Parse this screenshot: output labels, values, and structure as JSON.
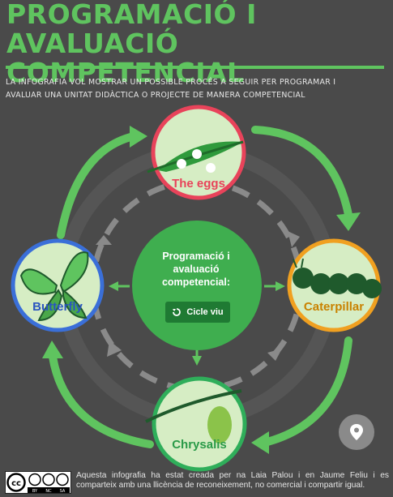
{
  "header": {
    "title_line1": "PROGRAMACIÓ I",
    "title_line2": "AVALUACIÓ COMPETENCIAL",
    "subtitle_line1": "LA INFOGRAFIA VOL MOSTRAR UN POSSIBLE PROCÉS A SEGUIR PER PROGRAMAR I",
    "subtitle_line2": "AVALUAR UNA UNITAT DIDÀCTICA O PROJECTE DE MANERA COMPETENCIAL"
  },
  "cycle": {
    "center_line1": "Programació i",
    "center_line2": "avaluació",
    "center_line3": "competencial:",
    "button_label": "Cicle viu",
    "stages": {
      "eggs": "The eggs",
      "caterpillar": "Caterpillar",
      "chrysalis": "Chrysalis",
      "butterfly": "Butterfly"
    }
  },
  "footer": {
    "license_text": "Aquesta infografia ha estat creada per na Laia Palou i en Jaume Feliu i es comparteix amb una llicència de reconeixement, no comercial i compartir igual.",
    "badge_labels": [
      "BY",
      "NC",
      "SA"
    ]
  },
  "colors": {
    "background": "#4a4a4a",
    "green": "#5fc45f",
    "eggs_ring": "#e8435a",
    "caterpillar_ring": "#f0a020",
    "chrysalis_ring": "#2fae5a",
    "butterfly_ring": "#3a6fd8"
  },
  "icons": [
    "cycle-icon",
    "location-pin-icon",
    "creative-commons-icon"
  ]
}
